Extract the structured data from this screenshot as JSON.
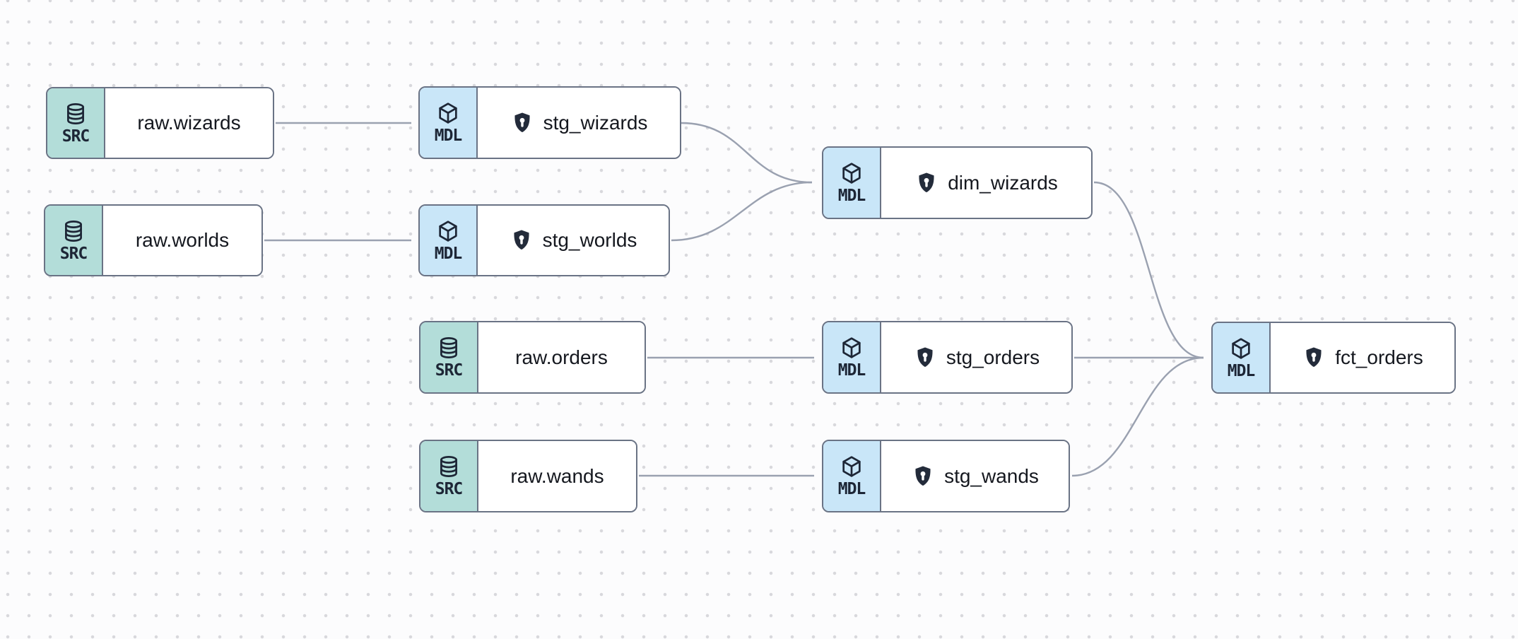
{
  "app": {
    "view": "lineage-graph",
    "canvas_background": "#fcfcfd",
    "dot_color": "#d8d8dc"
  },
  "colors": {
    "src_badge": "#b3ddd9",
    "mdl_badge": "#c9e6f8",
    "node_border": "#6a7385",
    "edge": "#9aa1b0",
    "text": "#15181f",
    "shield": "#232b3a"
  },
  "node_types": {
    "source_label": "SRC",
    "model_label": "MDL",
    "source_icon": "database-icon",
    "model_icon": "cube-icon"
  },
  "nodes": [
    {
      "id": "raw_wizards",
      "type": "SRC",
      "label": "raw.wizards",
      "icon": "database-icon",
      "has_shield": false
    },
    {
      "id": "stg_wizards",
      "type": "MDL",
      "label": "stg_wizards",
      "icon": "cube-icon",
      "has_shield": true
    },
    {
      "id": "raw_worlds",
      "type": "SRC",
      "label": "raw.worlds",
      "icon": "database-icon",
      "has_shield": false
    },
    {
      "id": "stg_worlds",
      "type": "MDL",
      "label": "stg_worlds",
      "icon": "cube-icon",
      "has_shield": true
    },
    {
      "id": "dim_wizards",
      "type": "MDL",
      "label": "dim_wizards",
      "icon": "cube-icon",
      "has_shield": true
    },
    {
      "id": "raw_orders",
      "type": "SRC",
      "label": "raw.orders",
      "icon": "database-icon",
      "has_shield": false
    },
    {
      "id": "stg_orders",
      "type": "MDL",
      "label": "stg_orders",
      "icon": "cube-icon",
      "has_shield": true
    },
    {
      "id": "raw_wands",
      "type": "SRC",
      "label": "raw.wands",
      "icon": "database-icon",
      "has_shield": false
    },
    {
      "id": "stg_wands",
      "type": "MDL",
      "label": "stg_wands",
      "icon": "cube-icon",
      "has_shield": true
    },
    {
      "id": "fct_orders",
      "type": "MDL",
      "label": "fct_orders",
      "icon": "cube-icon",
      "has_shield": true
    }
  ],
  "edges": [
    {
      "from": "raw.wizards",
      "to": "stg_wizards"
    },
    {
      "from": "raw.worlds",
      "to": "stg_worlds"
    },
    {
      "from": "stg_wizards",
      "to": "dim_wizards"
    },
    {
      "from": "stg_worlds",
      "to": "dim_wizards"
    },
    {
      "from": "raw.orders",
      "to": "stg_orders"
    },
    {
      "from": "raw.wands",
      "to": "stg_wands"
    },
    {
      "from": "dim_wizards",
      "to": "fct_orders"
    },
    {
      "from": "stg_orders",
      "to": "fct_orders"
    },
    {
      "from": "stg_wands",
      "to": "fct_orders"
    }
  ]
}
